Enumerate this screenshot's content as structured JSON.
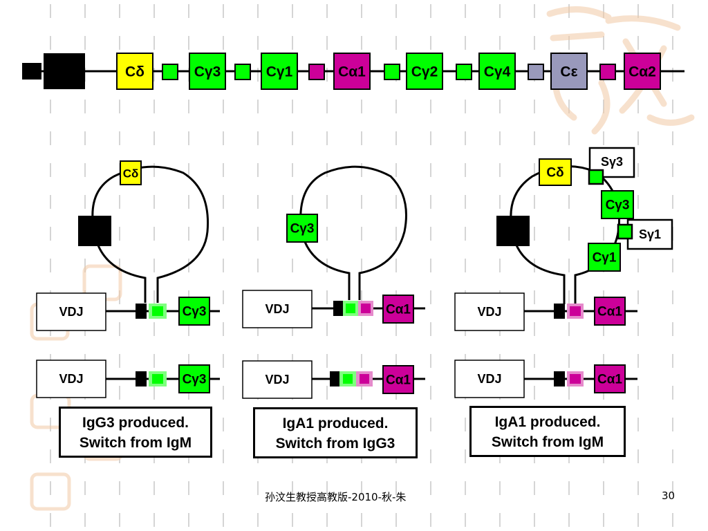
{
  "colors": {
    "delta": "#ffff00",
    "gamma": "#00ff00",
    "alpha": "#cc0099",
    "epsilon": "#9999bb",
    "black": "#000000",
    "watermark": "#f2c9a5"
  },
  "germline": {
    "genes": [
      {
        "label": "Cδ",
        "color": "delta"
      },
      {
        "label": "Cγ3",
        "color": "gamma"
      },
      {
        "label": "Cγ1",
        "color": "gamma"
      },
      {
        "label": "Cα1",
        "color": "alpha"
      },
      {
        "label": "Cγ2",
        "color": "gamma"
      },
      {
        "label": "Cγ4",
        "color": "gamma"
      },
      {
        "label": "Cε",
        "color": "epsilon"
      },
      {
        "label": "Cα2",
        "color": "alpha"
      }
    ]
  },
  "panels": [
    {
      "loop_genes": [
        "Cδ"
      ],
      "rearranged_gene": "Cγ3",
      "result_gene": "Cγ3",
      "vdj": "VDJ",
      "caption": [
        "IgG3 produced.",
        "Switch from IgM"
      ]
    },
    {
      "loop_genes": [
        "Cγ3"
      ],
      "rearranged_gene": "Cα1",
      "result_gene": "Cα1",
      "vdj": "VDJ",
      "caption": [
        "IgA1 produced.",
        "Switch from IgG3"
      ]
    },
    {
      "loop_genes": [
        "Cδ",
        "Cγ3",
        "Cγ1"
      ],
      "switch_labels": [
        "Sγ3",
        "Sγ1"
      ],
      "rearranged_gene": "Cα1",
      "result_gene": "Cα1",
      "vdj": "VDJ",
      "caption": [
        "IgA1 produced.",
        "Switch from IgM"
      ]
    }
  ],
  "footer": {
    "text": "孙汶生教授高教版-2010-秋-朱",
    "page_number": "30"
  }
}
